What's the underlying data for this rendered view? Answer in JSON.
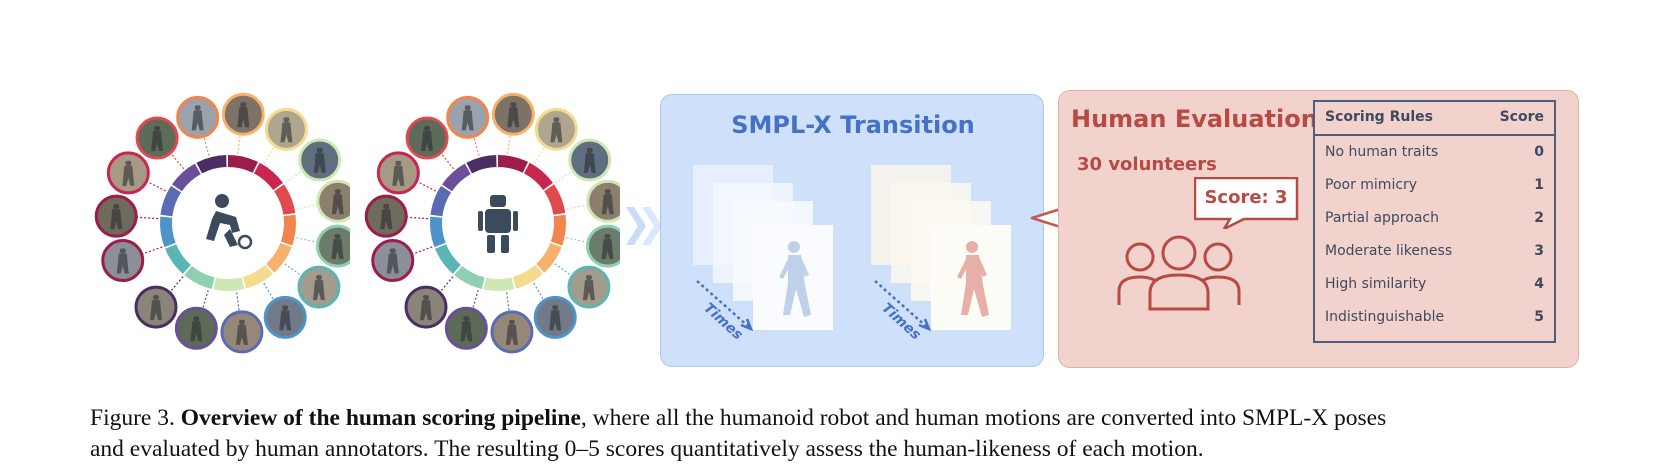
{
  "circle_left": {
    "center_icon": "soccer-player-icon",
    "thumbnail_count": 15,
    "ring_colors": [
      "#9c1c4a",
      "#c8264e",
      "#e0494d",
      "#f2854b",
      "#f6b26b",
      "#f4dc8f",
      "#cfe8b3",
      "#8fd0b0",
      "#5bb5b5",
      "#4f94c8",
      "#5a6bb4",
      "#6a4f9a",
      "#4a2e64"
    ]
  },
  "circle_right": {
    "center_icon": "robot-icon",
    "thumbnail_count": 15,
    "ring_colors": [
      "#9c1c4a",
      "#c8264e",
      "#e0494d",
      "#f2854b",
      "#f6b26b",
      "#f4dc8f",
      "#cfe8b3",
      "#8fd0b0",
      "#5bb5b5",
      "#4f94c8",
      "#5a6bb4",
      "#6a4f9a",
      "#4a2e64"
    ]
  },
  "smplx": {
    "title": "SMPL-X Transition",
    "times_label": "Times",
    "human_color": "#7fa6cf",
    "robot_color": "#d98a83"
  },
  "evaluation": {
    "title": "Human Evaluation",
    "volunteers": "30 volunteers",
    "score_bubble": "Score: 3",
    "rules_header": "Scoring Rules",
    "score_header": "Score",
    "rules": [
      {
        "rule": "No human traits",
        "score": "0"
      },
      {
        "rule": "Poor mimicry",
        "score": "1"
      },
      {
        "rule": "Partial approach",
        "score": "2"
      },
      {
        "rule": "Moderate likeness",
        "score": "3"
      },
      {
        "rule": "High similarity",
        "score": "4"
      },
      {
        "rule": "Indistinguishable",
        "score": "5"
      }
    ]
  },
  "caption": {
    "label": "Figure 3.",
    "bold": "Overview of the human scoring pipeline",
    "rest_line1": ", where all the humanoid robot and human motions are converted into SMPL-X poses",
    "line2": "and evaluated by human annotators. The resulting 0–5 scores quantitatively assess the human-likeness of each motion."
  },
  "colors": {
    "smplx_blue": "#4572c4",
    "eval_red": "#b84a44",
    "table_border": "#4e5d79"
  }
}
